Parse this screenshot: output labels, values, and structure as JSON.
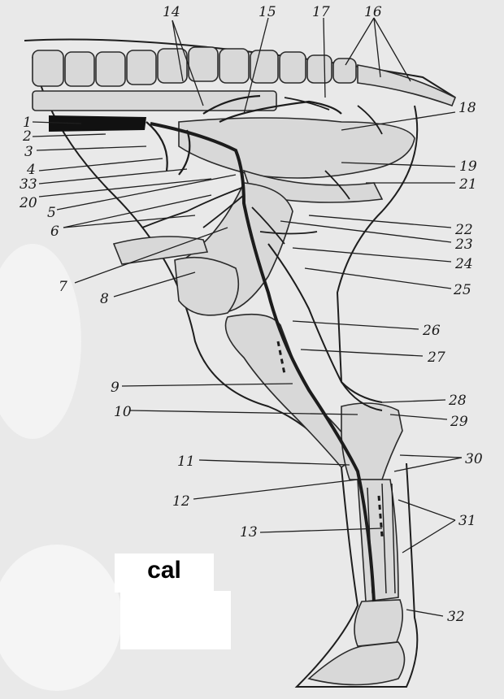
{
  "labels": {
    "l1": "1",
    "l2": "2",
    "l3": "3",
    "l4": "4",
    "l5": "5",
    "l6": "6",
    "l7": "7",
    "l8": "8",
    "l9": "9",
    "l10": "10",
    "l11": "11",
    "l12": "12",
    "l13": "13",
    "l14": "14",
    "l15": "15",
    "l16": "16",
    "l17": "17",
    "l18": "18",
    "l19": "19",
    "l20": "20",
    "l21": "21",
    "l22": "22",
    "l23": "23",
    "l24": "24",
    "l25": "25",
    "l26": "26",
    "l27": "27",
    "l28": "28",
    "l29": "29",
    "l30": "30",
    "l31": "31",
    "l32": "32",
    "l33": "33"
  },
  "overlay": {
    "text": "cal",
    "color": "#000000",
    "background": "#ffffff"
  }
}
